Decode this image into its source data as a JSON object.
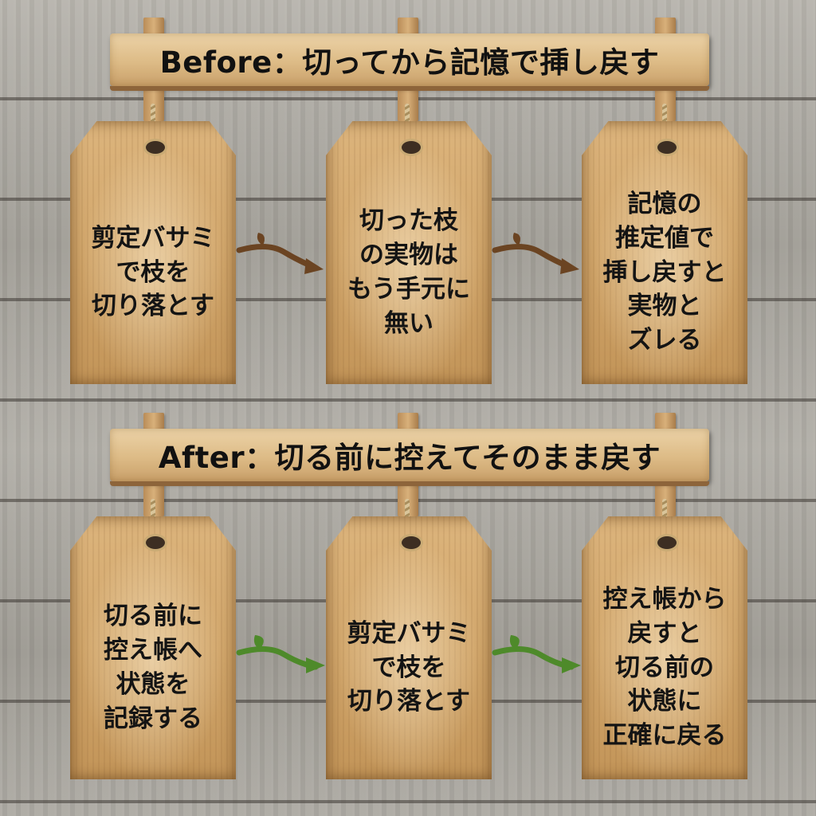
{
  "before": {
    "title": "Before：切ってから記憶で挿し戻す",
    "steps": [
      "剪定バサミ\nで枝を\n切り落とす",
      "切った枝\nの実物は\nもう手元に\n無い",
      "記憶の\n推定値で\n挿し戻すと\n実物と\nズレる"
    ],
    "arrow_color": "#6b4422"
  },
  "after": {
    "title": "After：切る前に控えてそのまま戻す",
    "steps": [
      "切る前に\n控え帳へ\n状態を\n記録する",
      "剪定バサミ\nで枝を\n切り落とす",
      "控え帳から\n戻すと\n切る前の\n状態に\n正確に戻る"
    ],
    "arrow_color": "#4e8a2a"
  }
}
